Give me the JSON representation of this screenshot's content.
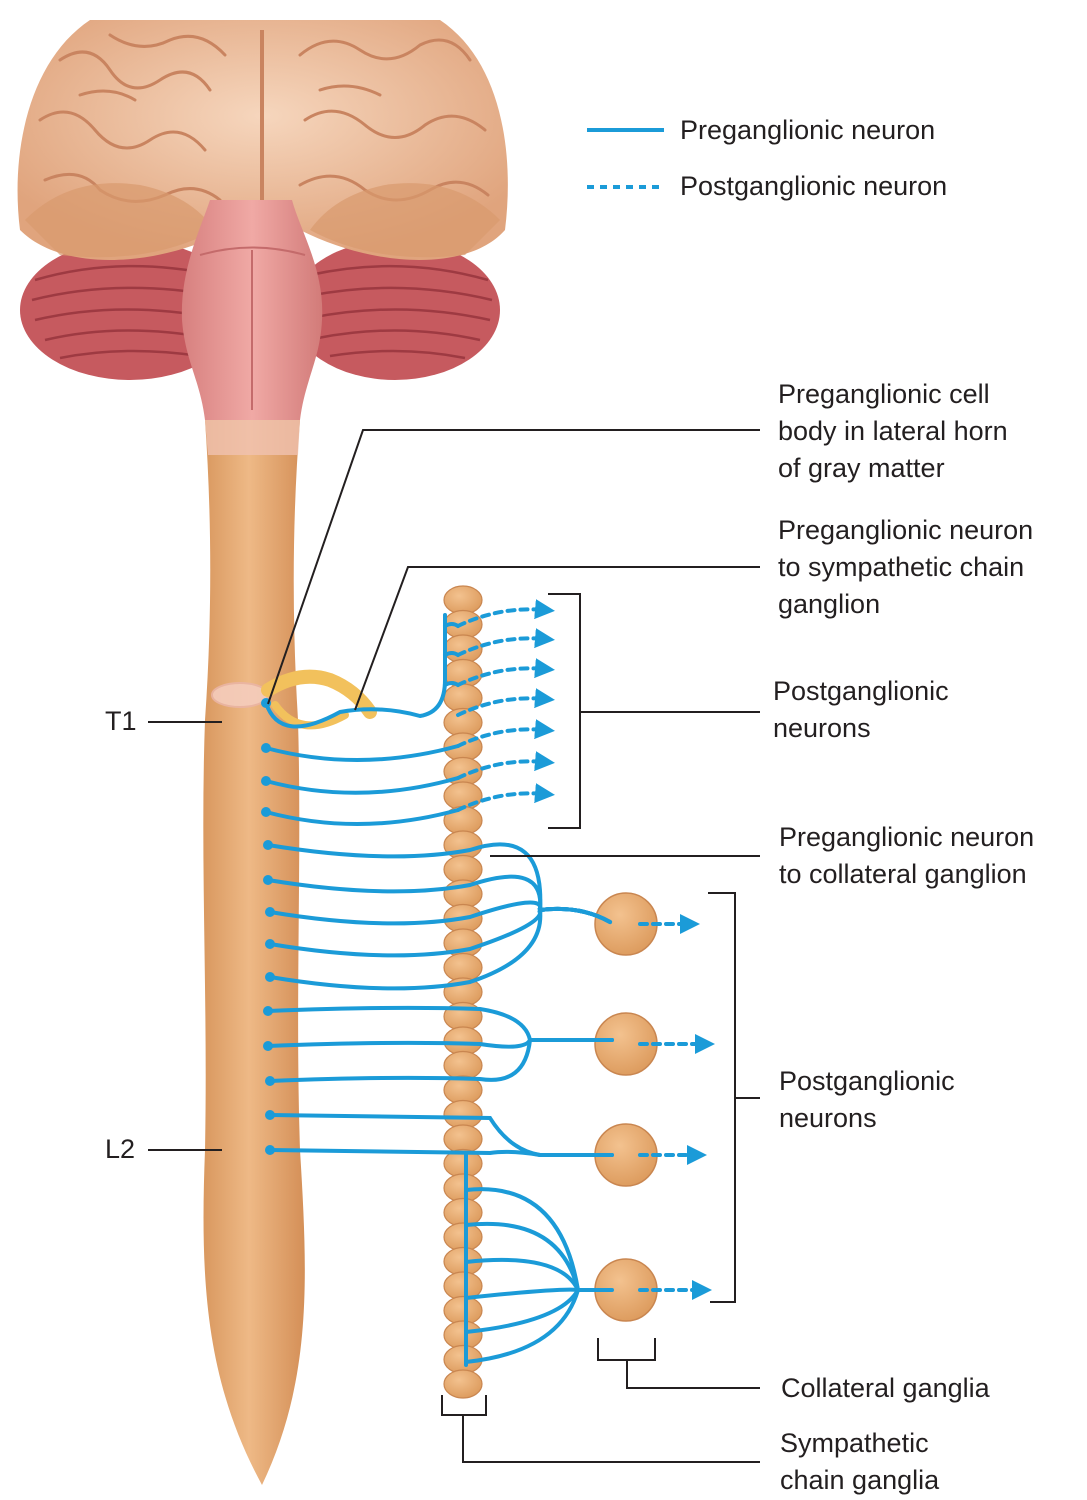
{
  "legend": {
    "preganglionic": "Preganglionic neuron",
    "postganglionic": "Postganglionic neuron"
  },
  "labels": {
    "cell_body": [
      "Preganglionic cell",
      "body in lateral horn",
      "of gray matter"
    ],
    "to_chain": [
      "Preganglionic neuron",
      "to sympathetic chain",
      "ganglion"
    ],
    "post_upper": [
      "Postganglionic",
      "neurons"
    ],
    "to_collateral": [
      "Preganglionic neuron",
      "to collateral ganglion"
    ],
    "post_lower": [
      "Postganglionic",
      "neurons"
    ],
    "collateral_ganglia": "Collateral ganglia",
    "chain_ganglia": [
      "Sympathetic",
      "chain ganglia"
    ],
    "t1": "T1",
    "l2": "L2"
  },
  "colors": {
    "neuron": "#1b9bd8",
    "spinal_cord": "#e3a771",
    "ganglion": "#e8ad72",
    "brain_tissue": "#f0c9ab",
    "cerebellum": "#c85b60",
    "brainstem": "#e69a98",
    "leader_line": "#231f20"
  },
  "icons": [
    "brain-icon",
    "spinal-cord-icon",
    "ganglion-icon",
    "arrow-right-icon"
  ]
}
